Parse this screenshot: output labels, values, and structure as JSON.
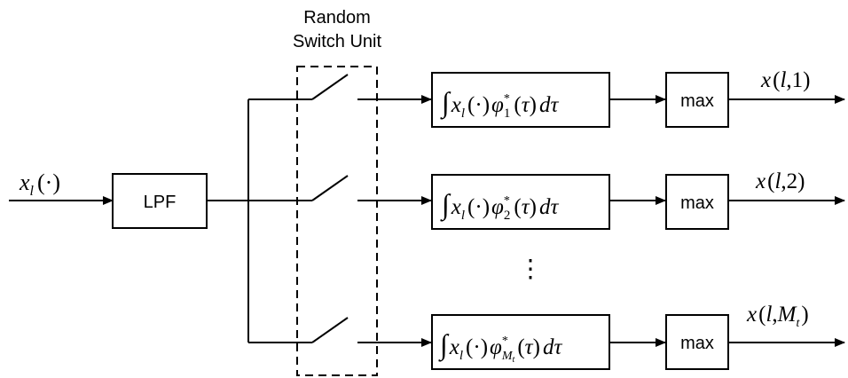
{
  "switch_unit": {
    "line1": "Random",
    "line2": "Switch Unit"
  },
  "lpf": {
    "label": "LPF"
  },
  "input": {
    "var": "x",
    "sub": "l",
    "arg": "(·)"
  },
  "integrators": [
    {
      "phi_sub": "1"
    },
    {
      "phi_sub": "2"
    },
    {
      "phi_sub": "M",
      "phi_subsub": "t"
    }
  ],
  "max_label": "max",
  "outputs": [
    {
      "idx": "1",
      "subsub": ""
    },
    {
      "idx": "2",
      "subsub": ""
    },
    {
      "idx": "M",
      "subsub": "t"
    }
  ],
  "ellipsis": "⋮"
}
